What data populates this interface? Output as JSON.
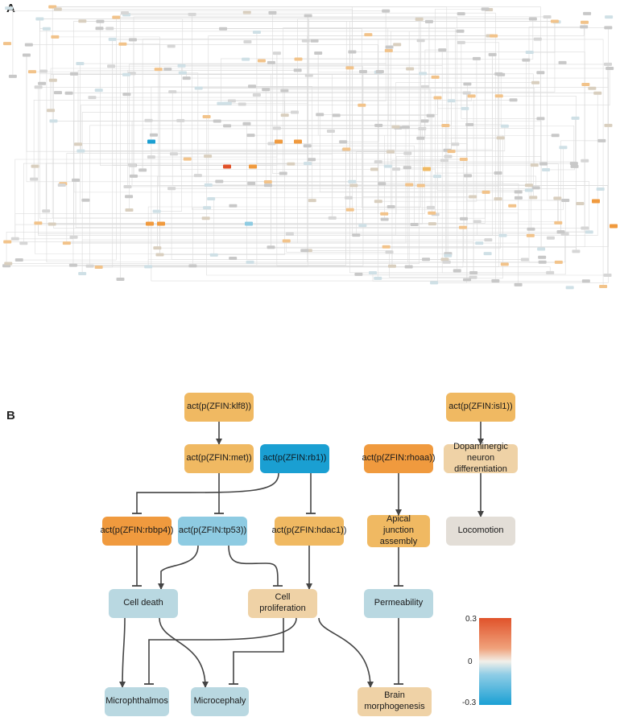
{
  "panels": {
    "a": "A",
    "b": "B"
  },
  "colors": {
    "orange": "#f09a3e",
    "light_orange": "#f0b962",
    "peach": "#efd2a6",
    "blue": "#1a9fd2",
    "light_blue": "#8ecbe2",
    "pale_blue": "#b9d8e1",
    "grey": "#e3ded7",
    "edge": "#444444"
  },
  "nodes": [
    {
      "id": "klf8",
      "label": "act(p(ZFIN:klf8))",
      "color": "light_orange"
    },
    {
      "id": "met",
      "label": "act(p(ZFIN:met))",
      "color": "light_orange"
    },
    {
      "id": "rb1",
      "label": "act(p(ZFIN:rb1))",
      "color": "blue"
    },
    {
      "id": "rhoaa",
      "label": "act(p(ZFIN:rhoaa))",
      "color": "orange"
    },
    {
      "id": "isl1",
      "label": "act(p(ZFIN:isl1))",
      "color": "light_orange"
    },
    {
      "id": "dopa",
      "label": "Dopaminergic neuron differentiation",
      "color": "peach"
    },
    {
      "id": "rbbp4",
      "label": "act(p(ZFIN:rbbp4))",
      "color": "orange"
    },
    {
      "id": "tp53",
      "label": "act(p(ZFIN:tp53))",
      "color": "light_blue"
    },
    {
      "id": "hdac1",
      "label": "act(p(ZFIN:hdac1))",
      "color": "light_orange"
    },
    {
      "id": "apical",
      "label": "Apical junction assembly",
      "color": "light_orange"
    },
    {
      "id": "loco",
      "label": "Locomotion",
      "color": "grey"
    },
    {
      "id": "death",
      "label": "Cell death",
      "color": "pale_blue"
    },
    {
      "id": "prolif",
      "label": "Cell proliferation",
      "color": "peach"
    },
    {
      "id": "perm",
      "label": "Permeability",
      "color": "pale_blue"
    },
    {
      "id": "microph",
      "label": "Microphthalmos",
      "color": "pale_blue"
    },
    {
      "id": "microc",
      "label": "Microcephaly",
      "color": "pale_blue"
    },
    {
      "id": "brain",
      "label": "Brain morphogenesis",
      "color": "peach"
    }
  ],
  "edges": [
    {
      "from": "klf8",
      "to": "met",
      "type": "increases"
    },
    {
      "from": "met",
      "to": "tp53",
      "type": "decreases"
    },
    {
      "from": "rb1",
      "to": "rbbp4",
      "type": "decreases"
    },
    {
      "from": "rb1",
      "to": "hdac1",
      "type": "decreases"
    },
    {
      "from": "rhoaa",
      "to": "apical",
      "type": "increases"
    },
    {
      "from": "isl1",
      "to": "dopa",
      "type": "increases"
    },
    {
      "from": "dopa",
      "to": "loco",
      "type": "increases"
    },
    {
      "from": "rbbp4",
      "to": "death",
      "type": "decreases"
    },
    {
      "from": "tp53",
      "to": "death",
      "type": "increases"
    },
    {
      "from": "tp53",
      "to": "prolif",
      "type": "decreases"
    },
    {
      "from": "hdac1",
      "to": "prolif",
      "type": "increases"
    },
    {
      "from": "apical",
      "to": "perm",
      "type": "decreases"
    },
    {
      "from": "death",
      "to": "microph",
      "type": "increases"
    },
    {
      "from": "death",
      "to": "microc",
      "type": "increases"
    },
    {
      "from": "prolif",
      "to": "microph",
      "type": "decreases"
    },
    {
      "from": "prolif",
      "to": "microc",
      "type": "decreases"
    },
    {
      "from": "prolif",
      "to": "brain",
      "type": "increases"
    },
    {
      "from": "perm",
      "to": "brain",
      "type": "decreases"
    }
  ],
  "legend": {
    "max": "0.3",
    "mid": "0",
    "min": "-0.3"
  }
}
